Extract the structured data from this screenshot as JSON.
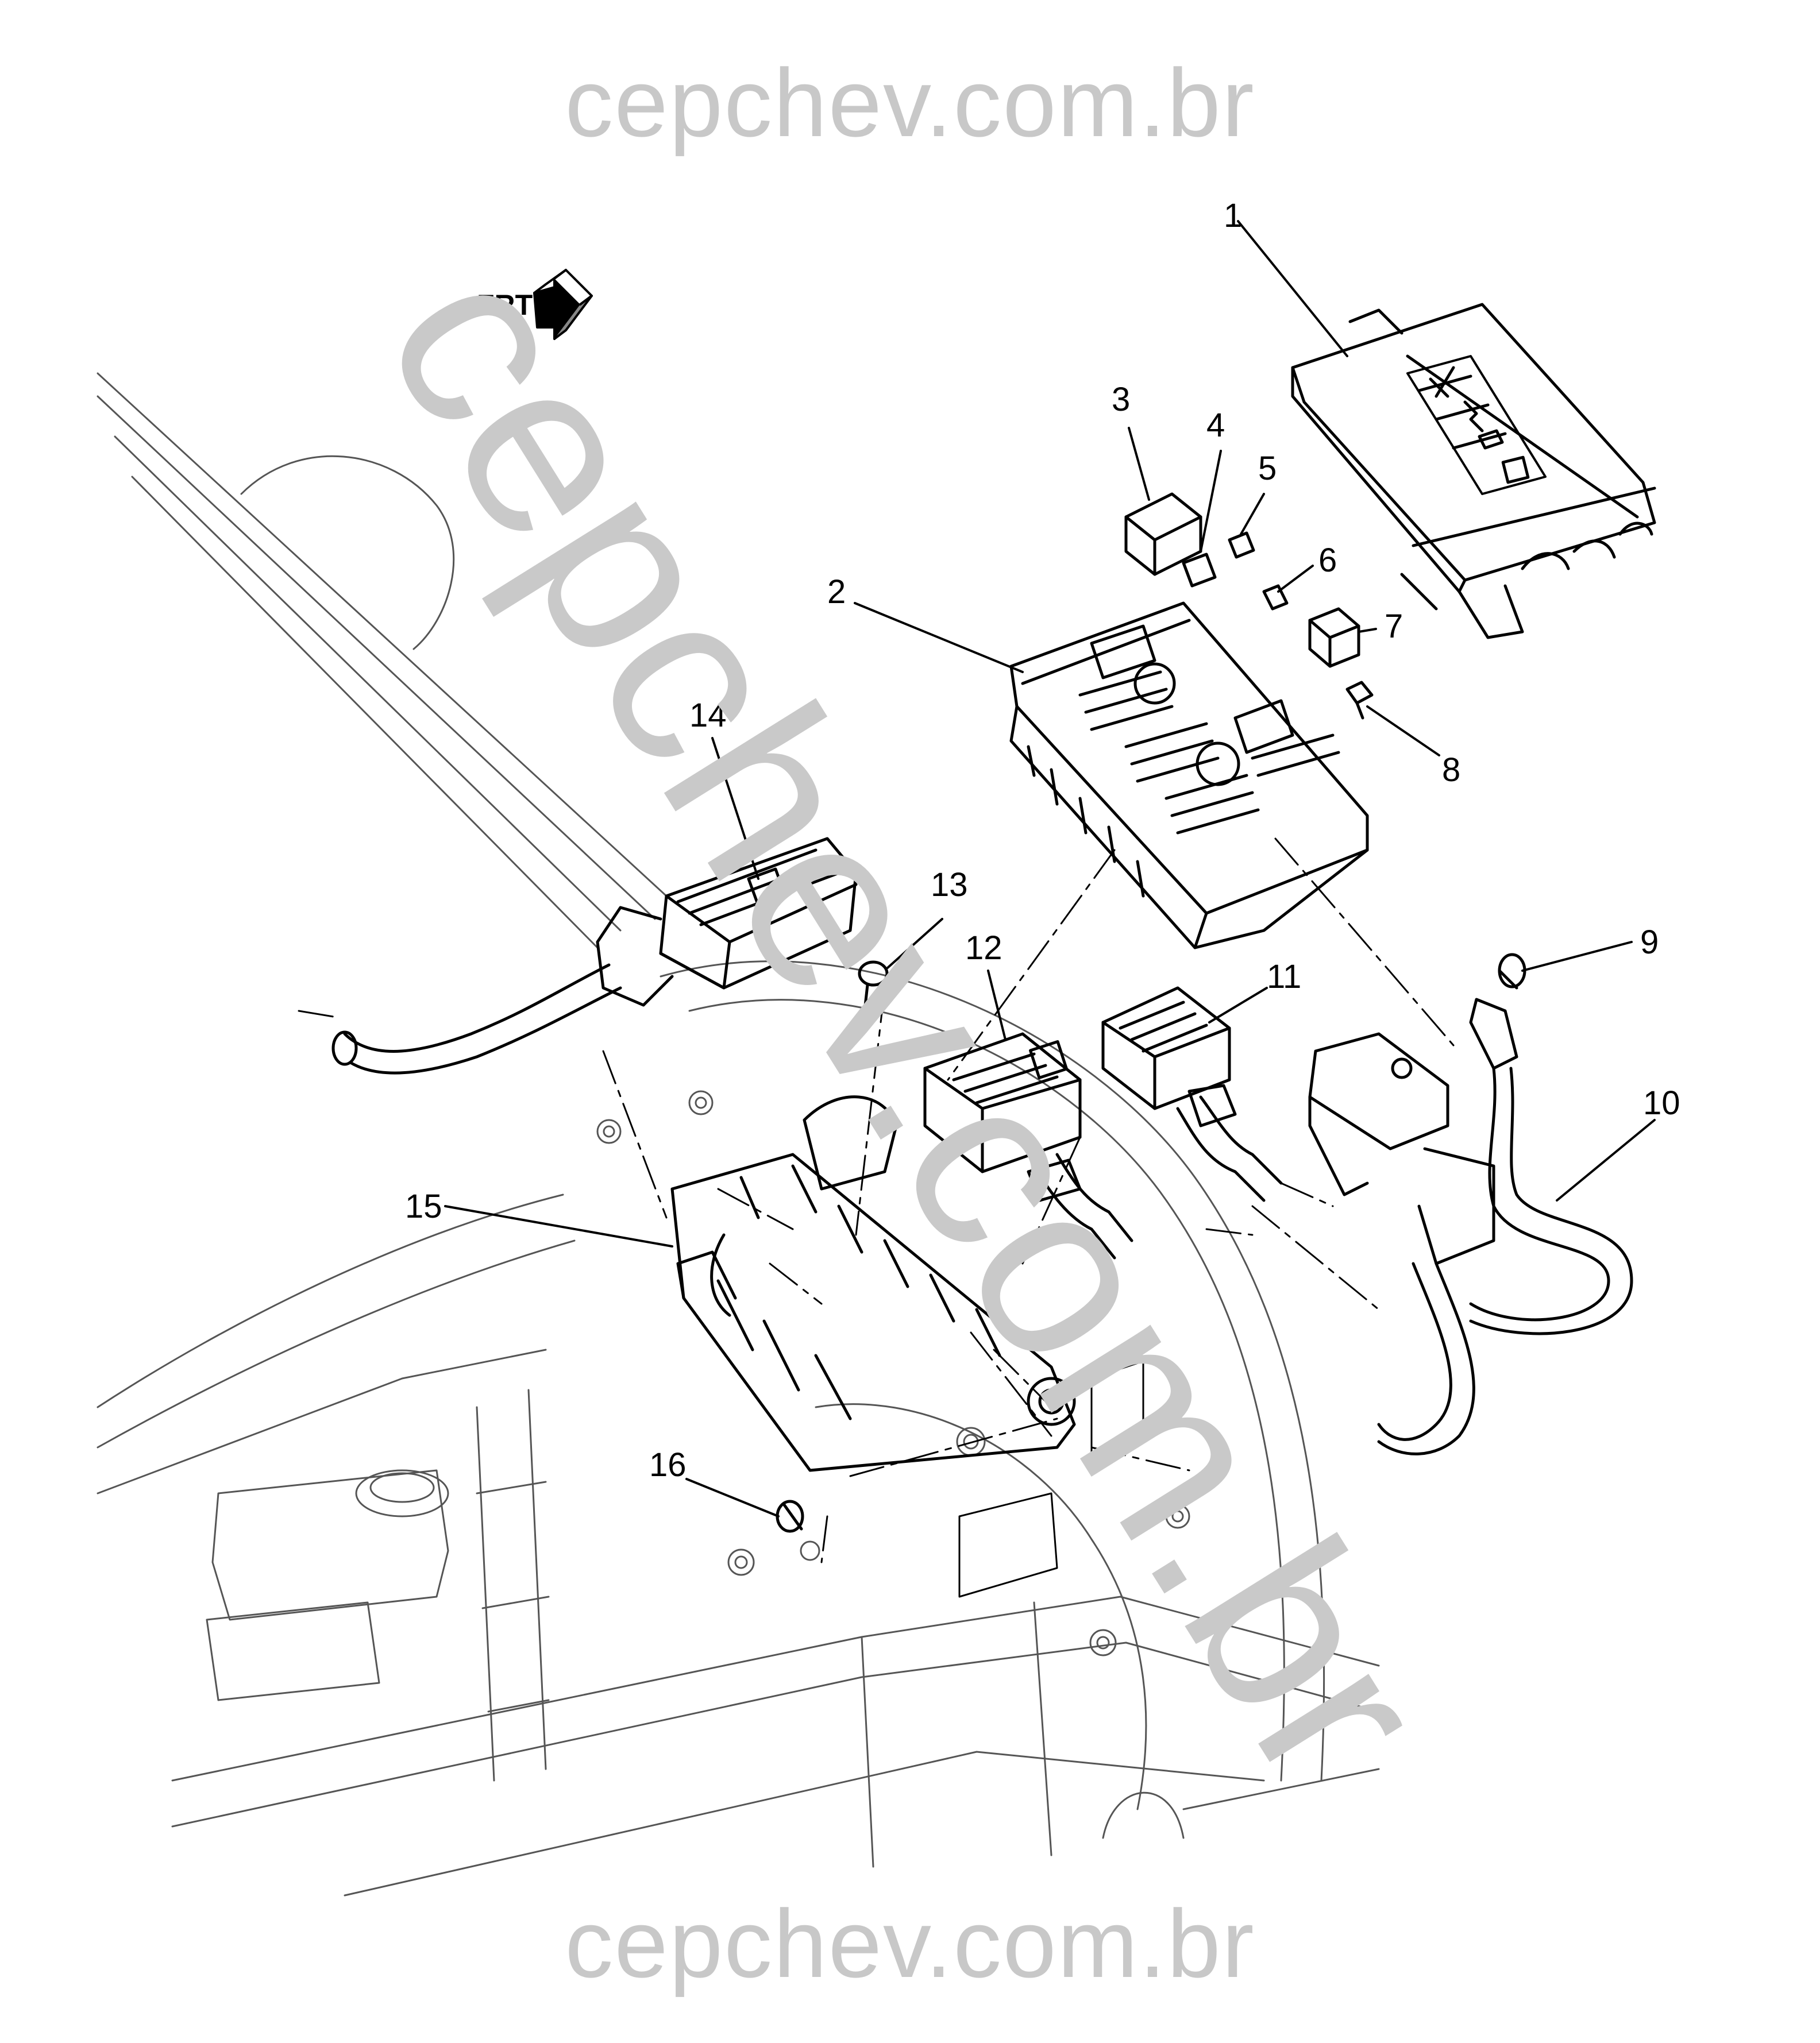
{
  "watermark": {
    "top": "cepchev.com.br",
    "diagonal": "cepchev.com.br",
    "bottom": "cepchev.com.br"
  },
  "orientation_label": "FRT",
  "colors": {
    "line": "#000000",
    "watermark": "#c8c8c8",
    "background": "#ffffff"
  },
  "callouts": [
    "1",
    "2",
    "3",
    "4",
    "5",
    "6",
    "7",
    "8",
    "9",
    "10",
    "11",
    "12",
    "13",
    "14",
    "15",
    "16"
  ]
}
